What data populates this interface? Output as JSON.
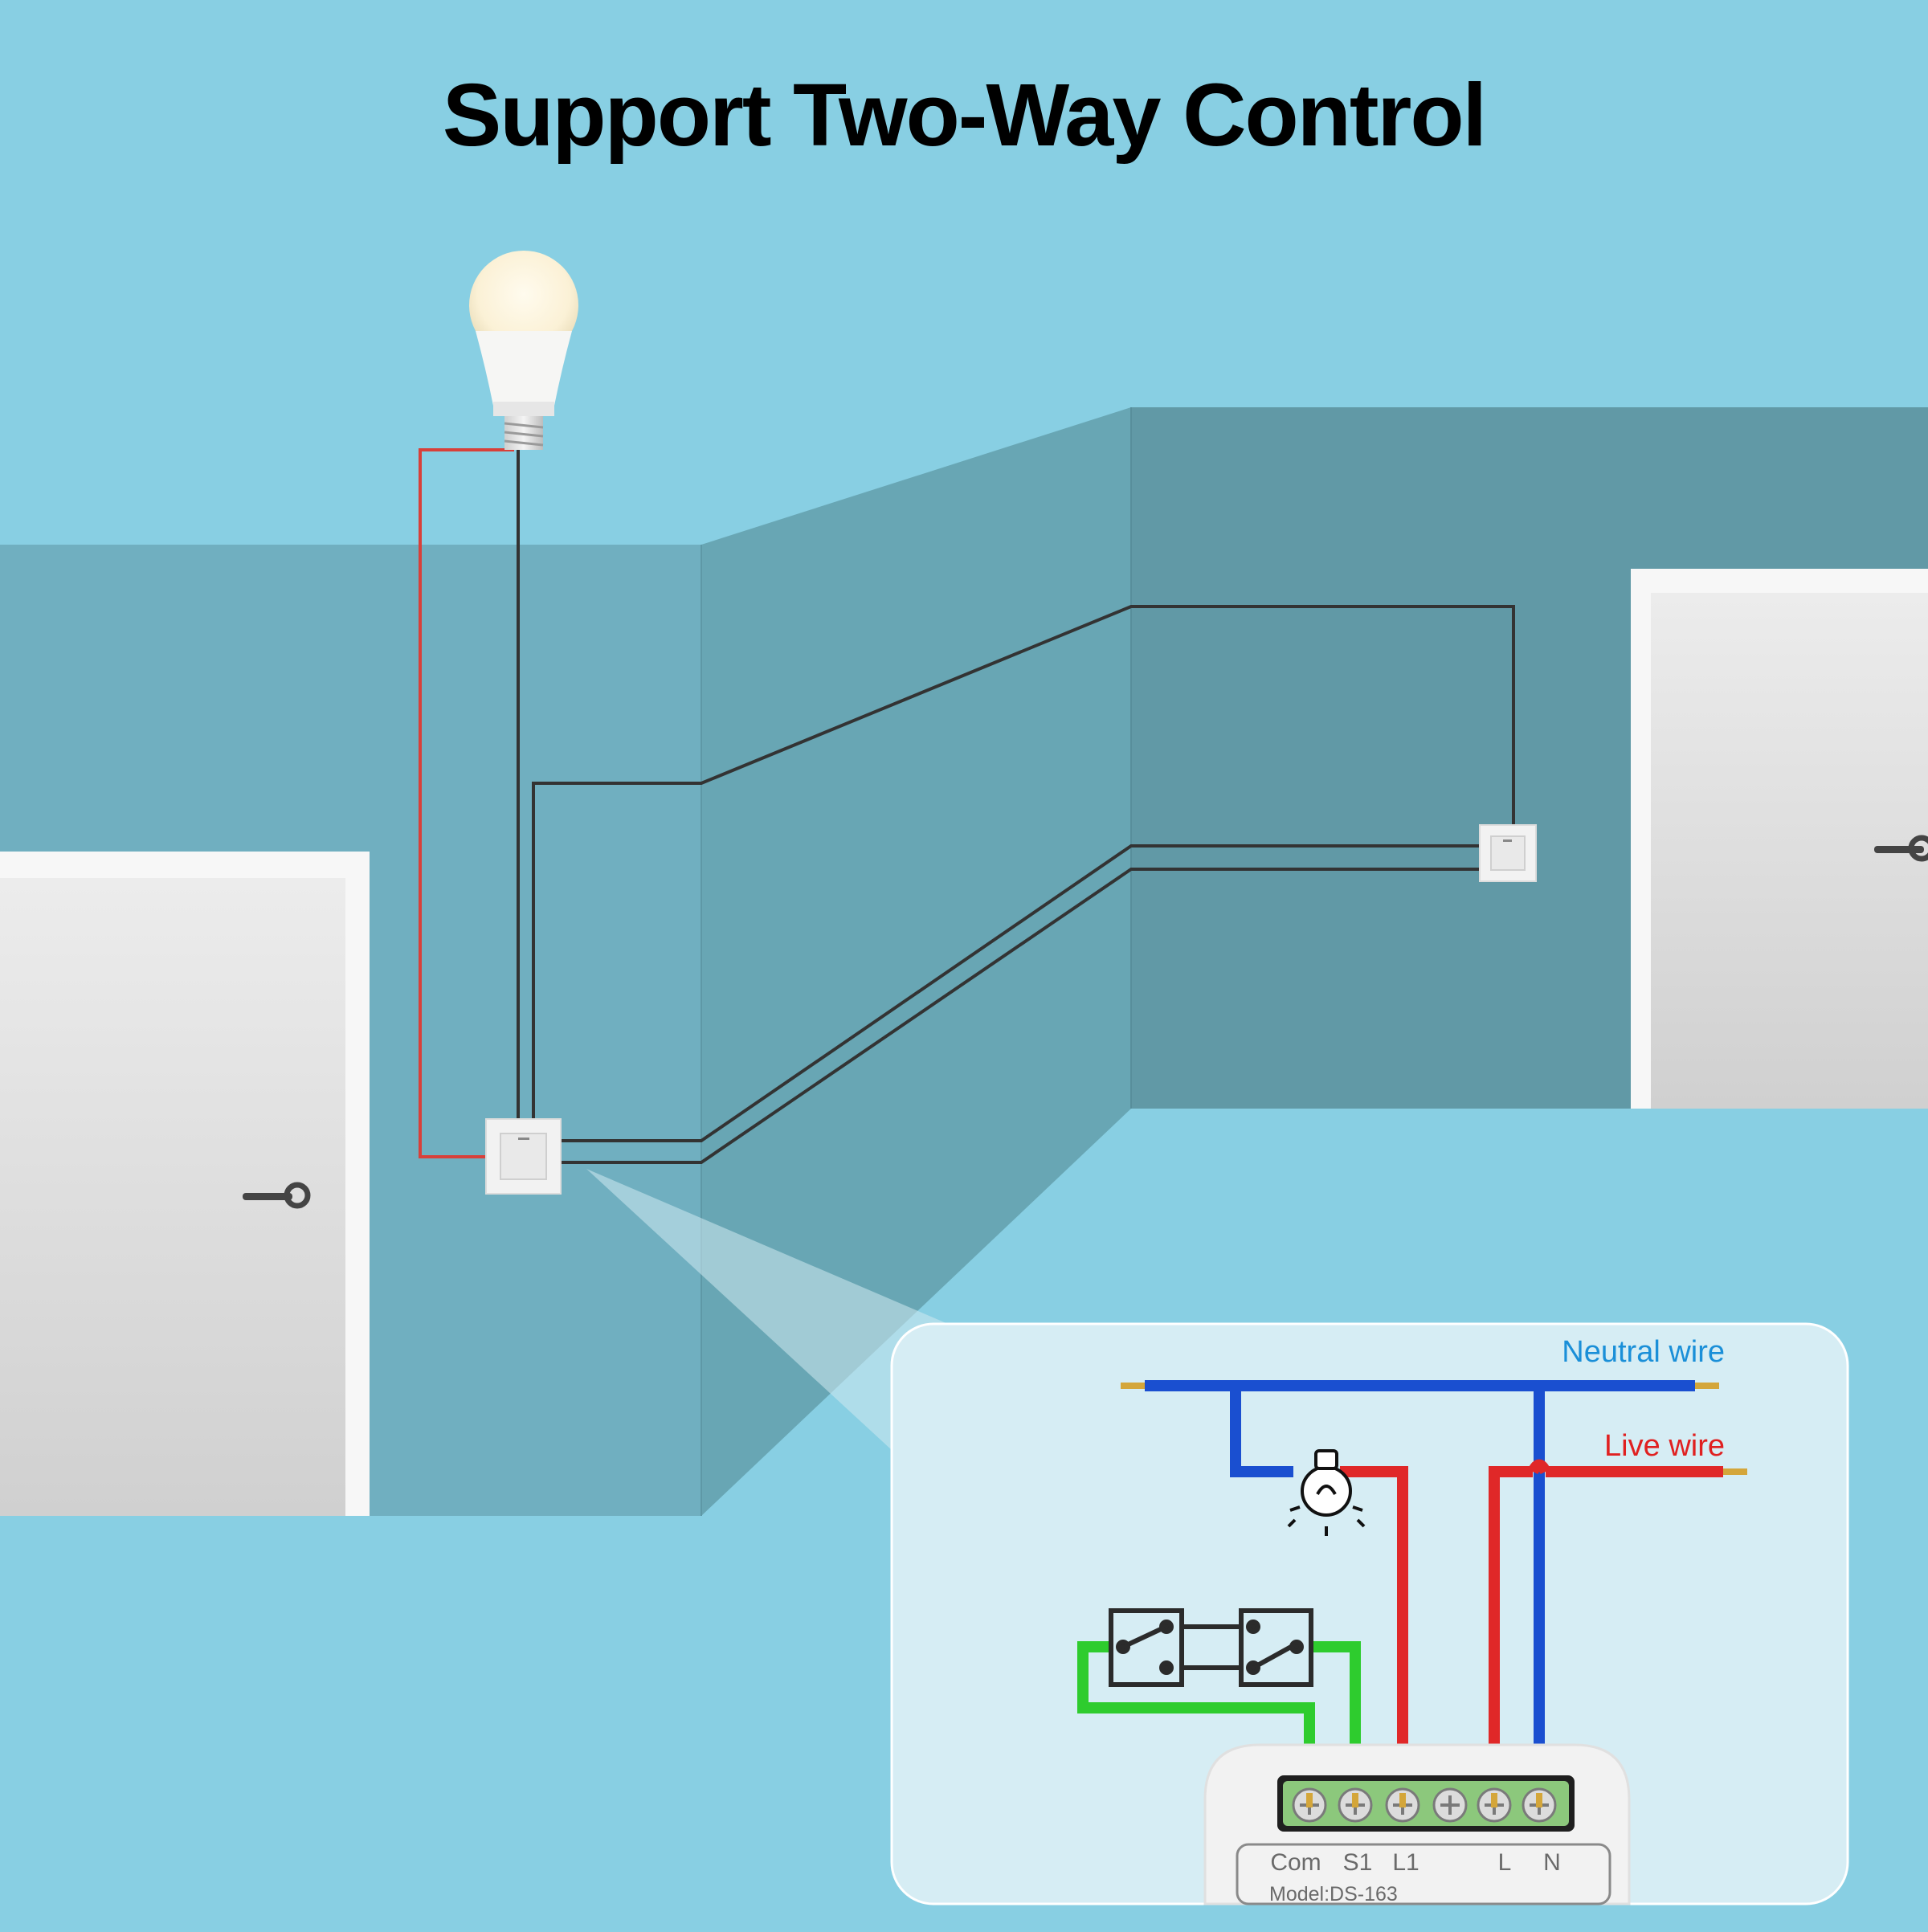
{
  "title": "Support Two-Way Control",
  "callout": {
    "neutral_label": "Neutral wire",
    "live_label": "Live wire",
    "terminals": [
      "Com",
      "S1",
      "L1",
      "L",
      "N"
    ],
    "model": "Model:DS-163"
  },
  "colors": {
    "background": "#88cfe3",
    "neutral_wire": "#1a4fd0",
    "live_wire": "#e02828",
    "switch_wire": "#2ecc2e",
    "neutral_label": "#1a8fd8",
    "live_label": "#e02020"
  },
  "icons": [
    "light-bulb-icon",
    "door-handle-icon",
    "wall-switch-icon",
    "lamp-symbol-icon",
    "two-way-switch-symbol-icon"
  ]
}
